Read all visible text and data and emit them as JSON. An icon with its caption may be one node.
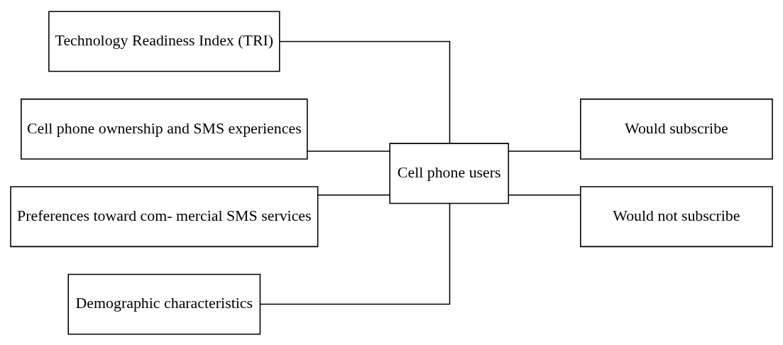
{
  "diagram": {
    "nodes": [
      {
        "text": [
          "Technology Readiness Index (TRI)"
        ]
      },
      {
        "text": [
          "Cell phone ownership and SMS experiences"
        ]
      },
      {
        "text": [
          "Preferences toward com- mercial SMS services"
        ]
      },
      {
        "text": [
          "Demographic characteristics"
        ]
      },
      {
        "text": [
          "Cell phone users"
        ]
      },
      {
        "text": [
          "Would subscribe"
        ]
      },
      {
        "text": [
          "Would not subscribe"
        ]
      }
    ],
    "edges": [
      {
        "from": 0,
        "to": 4,
        "arrow": "none"
      },
      {
        "from": 1,
        "to": 4,
        "arrow": "none"
      },
      {
        "from": 2,
        "to": 4,
        "arrow": "none"
      },
      {
        "from": 3,
        "to": 4,
        "arrow": "none"
      },
      {
        "from": 4,
        "to": 5,
        "arrow": "none"
      },
      {
        "from": 4,
        "to": 6,
        "arrow": "none"
      }
    ]
  }
}
